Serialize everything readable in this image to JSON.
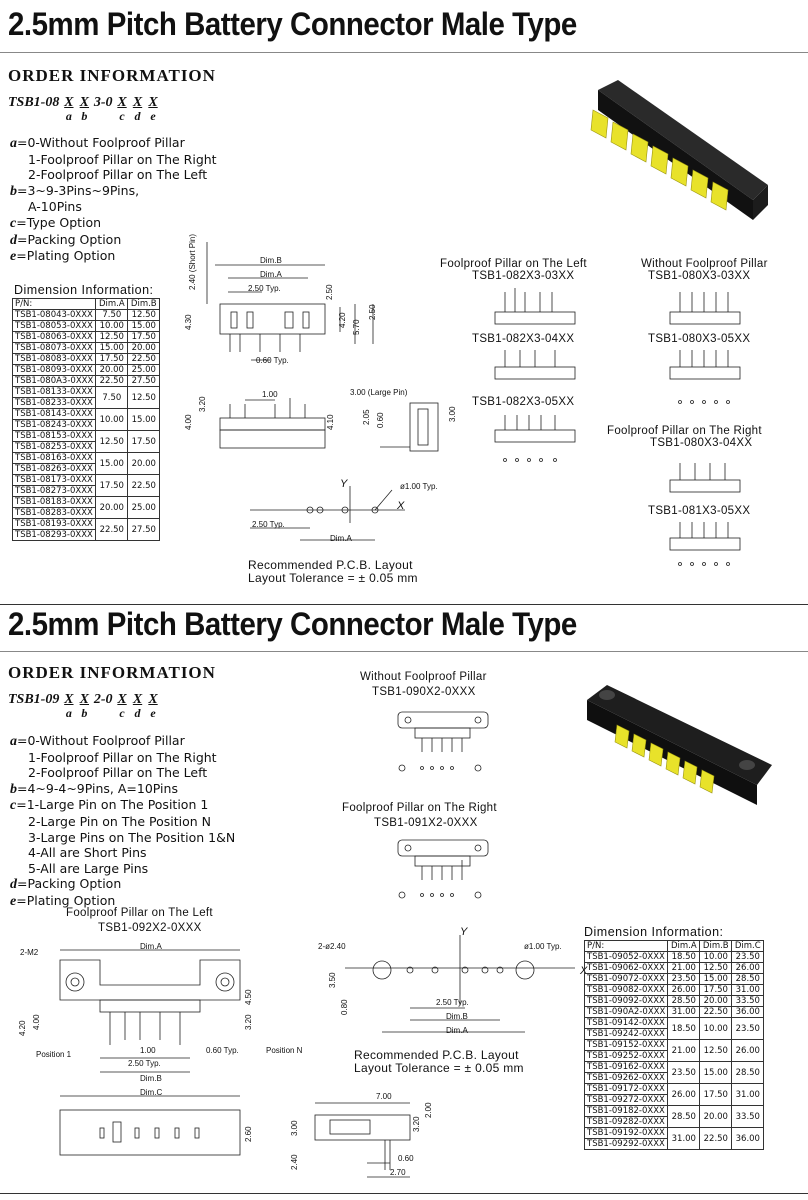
{
  "section1": {
    "title": "2.5mm Pitch Battery Connector Male Type",
    "order_heading": "ORDER INFORMATION",
    "part_prefix": "TSB1-08",
    "part_mid": "3-0",
    "letters": [
      "X",
      "X",
      "X",
      "X",
      "X"
    ],
    "subs": [
      "a",
      "b",
      "c",
      "d",
      "e"
    ],
    "options": [
      {
        "key": "a",
        "text": "=0-Without Foolproof Pillar"
      },
      {
        "key": "",
        "text": "1-Foolproof Pillar on The Right"
      },
      {
        "key": "",
        "text": "2-Foolproof Pillar on The Left"
      },
      {
        "key": "b",
        "text": "=3~9-3Pins~9Pins,"
      },
      {
        "key": "",
        "text": "A-10Pins"
      },
      {
        "key": "c",
        "text": "=Type Option"
      },
      {
        "key": "d",
        "text": "=Packing Option"
      },
      {
        "key": "e",
        "text": "=Plating Option"
      }
    ],
    "dim_heading": "Dimension Information:",
    "table_headers": [
      "P/N:",
      "Dim.A",
      "Dim.B"
    ],
    "table_rows": [
      {
        "pn": [
          "TSB1-08043-0XXX"
        ],
        "a": "7.50",
        "b": "12.50",
        "star": true
      },
      {
        "pn": [
          "TSB1-08053-0XXX"
        ],
        "a": "10.00",
        "b": "15.00",
        "star": true
      },
      {
        "pn": [
          "TSB1-08063-0XXX"
        ],
        "a": "12.50",
        "b": "17.50",
        "star": true
      },
      {
        "pn": [
          "TSB1-08073-0XXX"
        ],
        "a": "15.00",
        "b": "20.00",
        "star": true
      },
      {
        "pn": [
          "TSB1-08083-0XXX"
        ],
        "a": "17.50",
        "b": "22.50",
        "star": true
      },
      {
        "pn": [
          "TSB1-08093-0XXX"
        ],
        "a": "20.00",
        "b": "25.00",
        "star": true
      },
      {
        "pn": [
          "TSB1-080A3-0XXX"
        ],
        "a": "22.50",
        "b": "27.50",
        "star": true
      },
      {
        "pn": [
          "TSB1-08133-0XXX",
          "TSB1-08233-0XXX"
        ],
        "a": "7.50",
        "b": "12.50",
        "star": true
      },
      {
        "pn": [
          "TSB1-08143-0XXX",
          "TSB1-08243-0XXX"
        ],
        "a": "10.00",
        "b": "15.00",
        "star": true
      },
      {
        "pn": [
          "TSB1-08153-0XXX",
          "TSB1-08253-0XXX"
        ],
        "a": "12.50",
        "b": "17.50",
        "star": true
      },
      {
        "pn": [
          "TSB1-08163-0XXX",
          "TSB1-08263-0XXX"
        ],
        "a": "15.00",
        "b": "20.00",
        "star": true
      },
      {
        "pn": [
          "TSB1-08173-0XXX",
          "TSB1-08273-0XXX"
        ],
        "a": "17.50",
        "b": "22.50",
        "star": true
      },
      {
        "pn": [
          "TSB1-08183-0XXX",
          "TSB1-08283-0XXX"
        ],
        "a": "20.00",
        "b": "25.00",
        "star": true
      },
      {
        "pn": [
          "TSB1-08193-0XXX",
          "TSB1-08293-0XXX"
        ],
        "a": "22.50",
        "b": "27.50",
        "star": true
      }
    ],
    "variants": [
      {
        "caption": "Foolproof Pillar on The Left",
        "pn": "TSB1-082X3-03XX"
      },
      {
        "caption": "Without Foolproof Pillar",
        "pn": "TSB1-080X3-03XX"
      },
      {
        "caption": "",
        "pn": "TSB1-082X3-04XX"
      },
      {
        "caption": "",
        "pn": "TSB1-080X3-05XX"
      },
      {
        "caption": "",
        "pn": "TSB1-082X3-05XX"
      },
      {
        "caption": "Foolproof Pillar on The Right",
        "pn": "TSB1-080X3-04XX"
      },
      {
        "caption": "",
        "pn": "TSB1-081X3-05XX"
      }
    ],
    "drawing_dims": {
      "dim_b": "Dim.B",
      "dim_a": "Dim.A",
      "typ_250": "2.50 Typ.",
      "typ_060": "0.60 Typ.",
      "short_pin": "2.40 (Short Pin)",
      "v430": "4.30",
      "v250": "2.50",
      "v420": "4.20",
      "v570": "5.70",
      "v250b": "2.50",
      "h100": "1.00",
      "v320": "3.20",
      "v400": "4.00",
      "v410": "4.10",
      "large_pin": "3.00 (Large Pin)",
      "v205": "2.05",
      "v060": "0.60",
      "v300": "3.00"
    },
    "pcb": {
      "y": "Y",
      "x": "X",
      "hole": "ø1.00 Typ.",
      "typ": "2.50 Typ.",
      "dim_a": "Dim.A",
      "label1": "Recommended   P.C.B.  Layout",
      "label2": "Layout  Tolerance  =  ±  0.05  mm"
    }
  },
  "section2": {
    "title": "2.5mm Pitch Battery Connector Male Type",
    "order_heading": "ORDER INFORMATION",
    "part_prefix": "TSB1-09",
    "part_mid": "2-0",
    "letters": [
      "X",
      "X",
      "X",
      "X",
      "X"
    ],
    "subs": [
      "a",
      "b",
      "c",
      "d",
      "e"
    ],
    "options": [
      {
        "key": "a",
        "text": "=0-Without Foolproof Pillar"
      },
      {
        "key": "",
        "text": "1-Foolproof Pillar on The Right"
      },
      {
        "key": "",
        "text": "2-Foolproof Pillar on The Left"
      },
      {
        "key": "b",
        "text": "=4~9-4~9Pins, A=10Pins"
      },
      {
        "key": "c",
        "text": "=1-Large Pin on The Position 1"
      },
      {
        "key": "",
        "text": "2-Large Pin on The Position N"
      },
      {
        "key": "",
        "text": "3-Large Pins on The Position 1&N"
      },
      {
        "key": "",
        "text": "4-All are Short Pins"
      },
      {
        "key": "",
        "text": "5-All are Large Pins"
      },
      {
        "key": "d",
        "text": "=Packing Option"
      },
      {
        "key": "e",
        "text": "=Plating Option"
      }
    ],
    "variants": [
      {
        "caption": "Without Foolproof Pillar",
        "pn": "TSB1-090X2-0XXX"
      },
      {
        "caption": "Foolproof Pillar on The Right",
        "pn": "TSB1-091X2-0XXX"
      },
      {
        "caption": "Foolproof Pillar on The Left",
        "pn": "TSB1-092X2-0XXX"
      }
    ],
    "drawing_dims": {
      "m2": "2-M2",
      "dim_a": "Dim.A",
      "v450": "4.50",
      "v420": "4.20",
      "v400": "4.00",
      "v320": "3.20",
      "pos1": "Position 1",
      "posn": "Position N",
      "h100": "1.00",
      "typ250": "2.50 Typ.",
      "typ060": "0.60 Typ.",
      "dim_b": "Dim.B",
      "dim_c": "Dim.C",
      "v260": "2.60",
      "side_700": "7.00",
      "side_200": "2.00",
      "side_300": "3.00",
      "side_320": "3.20",
      "side_240": "2.40",
      "side_060": "0.60",
      "side_270": "2.70"
    },
    "pcb": {
      "hole_big": "2-ø2.40",
      "hole": "ø1.00 Typ.",
      "y": "Y",
      "x": "X",
      "v350": "3.50",
      "v080": "0.80",
      "typ": "2.50 Typ.",
      "dim_b": "Dim.B",
      "dim_a": "Dim.A",
      "label1": "Recommended   P.C.B.  Layout",
      "label2": "Layout  Tolerance  =  ±  0.05  mm"
    },
    "dim_heading": "Dimension Information:",
    "table_headers": [
      "P/N:",
      "Dim.A",
      "Dim.B",
      "Dim.C"
    ],
    "table_rows": [
      {
        "pn": [
          "TSB1-09052-0XXX"
        ],
        "a": "18.50",
        "b": "10.00",
        "c": "23.50",
        "star": false
      },
      {
        "pn": [
          "TSB1-09062-0XXX"
        ],
        "a": "21.00",
        "b": "12.50",
        "c": "26.00",
        "star": false
      },
      {
        "pn": [
          "TSB1-09072-0XXX"
        ],
        "a": "23.50",
        "b": "15.00",
        "c": "28.50",
        "star": false
      },
      {
        "pn": [
          "TSB1-09082-0XXX"
        ],
        "a": "26.00",
        "b": "17.50",
        "c": "31.00",
        "star": false
      },
      {
        "pn": [
          "TSB1-09092-0XXX"
        ],
        "a": "28.50",
        "b": "20.00",
        "c": "33.50",
        "star": false
      },
      {
        "pn": [
          "TSB1-090A2-0XXX"
        ],
        "a": "31.00",
        "b": "22.50",
        "c": "36.00",
        "star": false
      },
      {
        "pn": [
          "TSB1-09142-0XXX",
          "TSB1-09242-0XXX"
        ],
        "a": "18.50",
        "b": "10.00",
        "c": "23.50",
        "star": false
      },
      {
        "pn": [
          "TSB1-09152-0XXX",
          "TSB1-09252-0XXX"
        ],
        "a": "21.00",
        "b": "12.50",
        "c": "26.00",
        "star": false
      },
      {
        "pn": [
          "TSB1-09162-0XXX",
          "TSB1-09262-0XXX"
        ],
        "a": "23.50",
        "b": "15.00",
        "c": "28.50",
        "star": false
      },
      {
        "pn": [
          "TSB1-09172-0XXX",
          "TSB1-09272-0XXX"
        ],
        "a": "26.00",
        "b": "17.50",
        "c": "31.00",
        "star": false
      },
      {
        "pn": [
          "TSB1-09182-0XXX",
          "TSB1-09282-0XXX"
        ],
        "a": "28.50",
        "b": "20.00",
        "c": "33.50",
        "star": true
      },
      {
        "pn": [
          "TSB1-09192-0XXX",
          "TSB1-09292-0XXX"
        ],
        "a": "31.00",
        "b": "22.50",
        "c": "36.00",
        "star": false
      }
    ]
  }
}
